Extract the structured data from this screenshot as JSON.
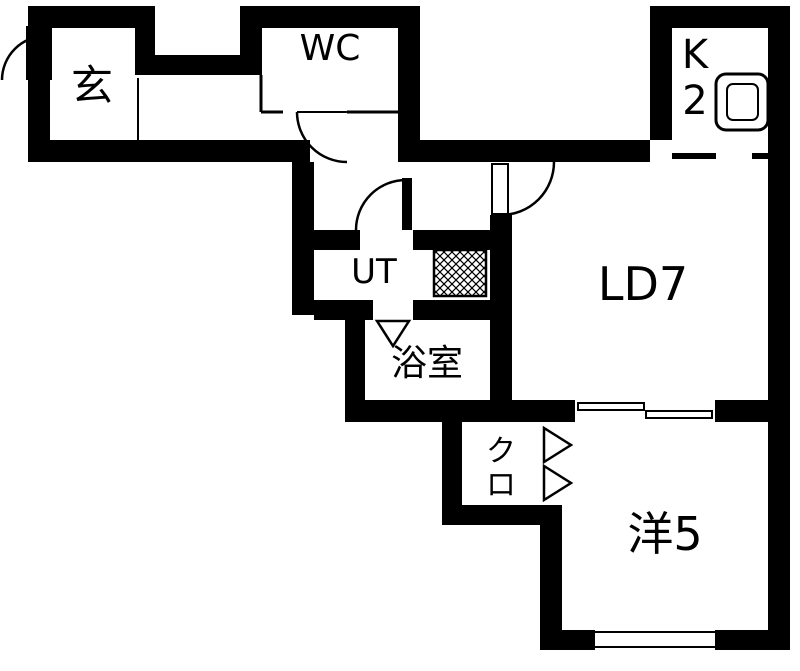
{
  "floorplan": {
    "bg_color": "#ffffff",
    "wall_color": "#000000",
    "rooms": {
      "entrance": {
        "label": "玄"
      },
      "wc": {
        "label": "WC"
      },
      "kitchen": {
        "label": "K2",
        "chars": [
          "K",
          "2"
        ]
      },
      "living_dining": {
        "label": "LD7"
      },
      "utility": {
        "label": "UT"
      },
      "bathroom": {
        "label": "浴室"
      },
      "closet": {
        "label": "クロ",
        "chars": [
          "ク",
          "ロ"
        ]
      },
      "western_room": {
        "label": "洋5"
      }
    }
  }
}
